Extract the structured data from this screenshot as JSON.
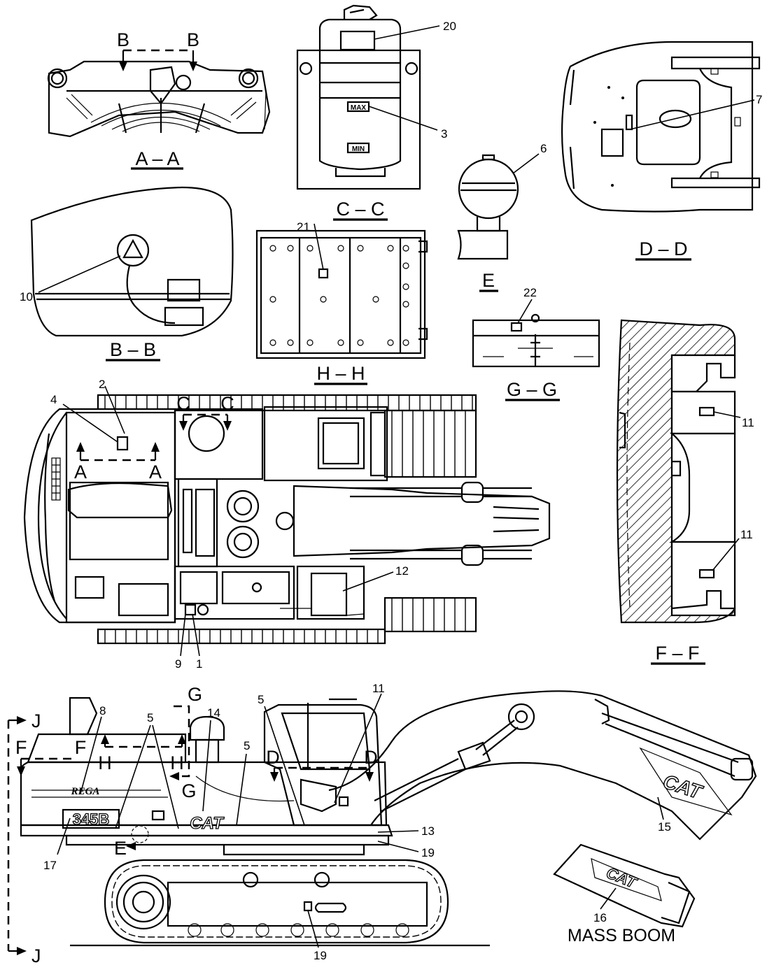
{
  "sections": {
    "aa": "A – A",
    "bb": "B – B",
    "cc": "C – C",
    "dd": "D – D",
    "e": "E",
    "ff": "F – F",
    "gg": "G – G",
    "hh": "H – H"
  },
  "markers": {
    "A": "A",
    "B": "B",
    "C": "C",
    "D": "D",
    "E": "E",
    "F": "F",
    "G": "G",
    "H": "H",
    "J": "J"
  },
  "callouts": {
    "c1": "1",
    "c2": "2",
    "c3": "3",
    "c4": "4",
    "c5": "5",
    "c6": "6",
    "c7": "7",
    "c8": "8",
    "c9": "9",
    "c10": "10",
    "c11": "11",
    "c12": "12",
    "c13": "13",
    "c14": "14",
    "c15": "15",
    "c16": "16",
    "c17": "17",
    "c19": "19",
    "c20": "20",
    "c21": "21",
    "c22": "22"
  },
  "decals": {
    "max": "MAX",
    "min": "MIN",
    "model": "345B",
    "series": "REGA",
    "brand": "CAT"
  },
  "captions": {
    "mass_boom": "MASS BOOM"
  }
}
